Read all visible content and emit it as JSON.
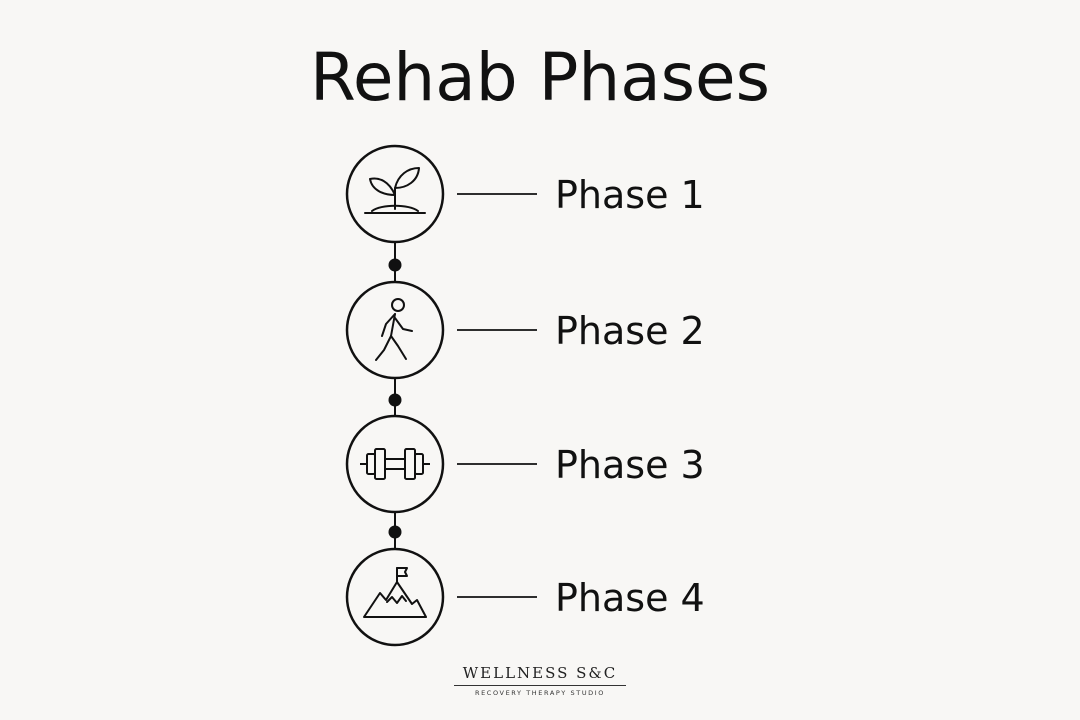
{
  "title": "Rehab Phases",
  "phases": [
    {
      "label": "Phase 1",
      "icon": "sprout-icon"
    },
    {
      "label": "Phase 2",
      "icon": "walking-person-icon"
    },
    {
      "label": "Phase 3",
      "icon": "dumbbell-icon"
    },
    {
      "label": "Phase 4",
      "icon": "mountain-flag-icon"
    }
  ],
  "brand": {
    "name": "WELLNESS S&C",
    "tagline": "RECOVERY THERAPY STUDIO"
  },
  "colors": {
    "background": "#f8f7f5",
    "ink": "#111111"
  }
}
